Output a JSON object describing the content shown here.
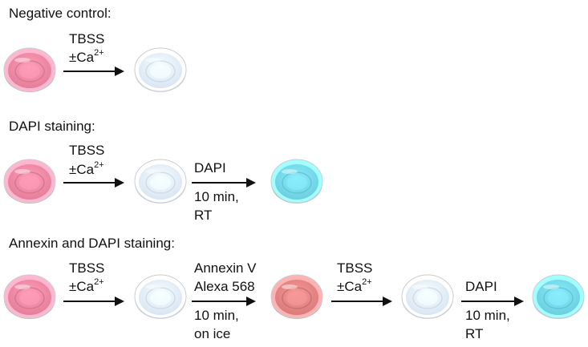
{
  "headings": {
    "negative": "Negative control:",
    "dapi": "DAPI staining:",
    "annexin_dapi": "Annexin and DAPI staining:"
  },
  "labels": {
    "tbss": "TBSS",
    "pm": "±Ca",
    "ca_sup": "2+",
    "dapi": "DAPI",
    "ten_min": "10 min,",
    "rt": "RT",
    "annexin": "Annexin V",
    "alexa": "Alexa 568",
    "on_ice": "on ice"
  },
  "colors": {
    "pink": "#e47f9a",
    "pale_blue": "#d9e5f3",
    "cyan": "#6ccfe0",
    "red": "#d97b7b"
  }
}
